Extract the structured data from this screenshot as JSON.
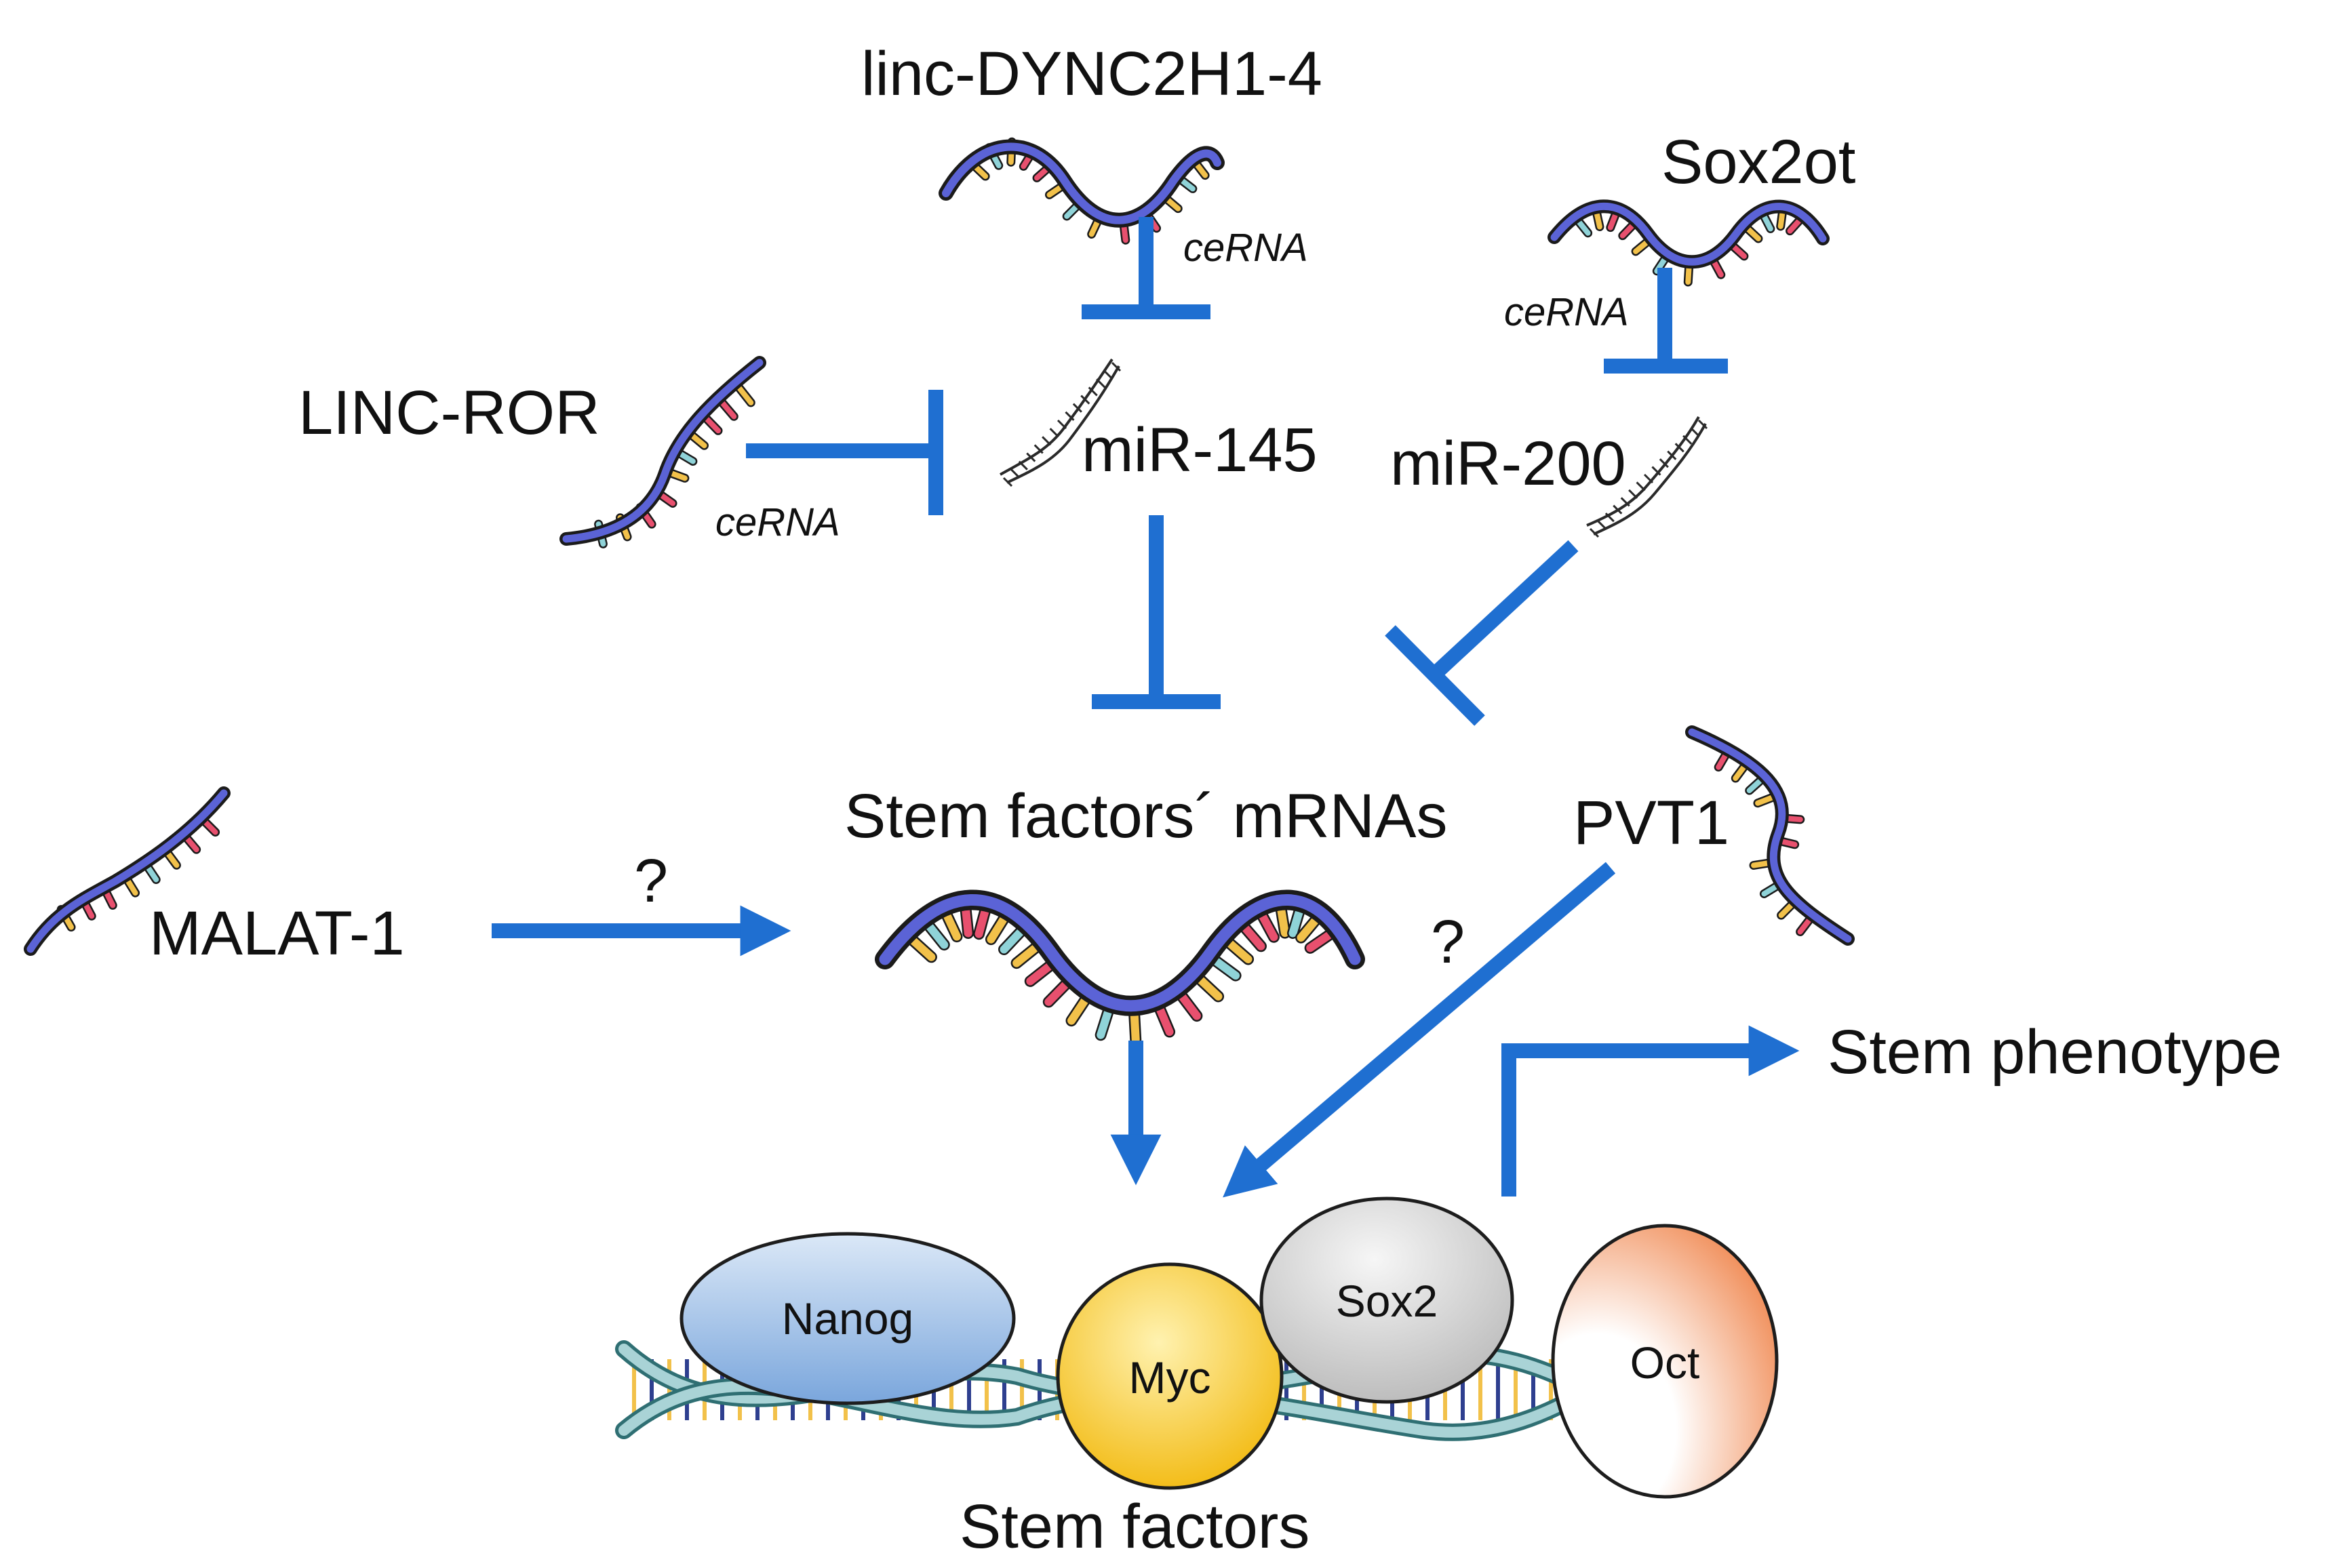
{
  "labels": {
    "linc_dync": "linc-DYNC2H1-4",
    "sox2ot": "Sox2ot",
    "linc_ror": "LINC-ROR",
    "mir145": "miR-145",
    "mir200": "miR-200",
    "cerna_dync": "ceRNA",
    "cerna_sox2ot": "ceRNA",
    "cerna_ror": "ceRNA",
    "stem_mrnas": "Stem factors´ mRNAs",
    "malat1": "MALAT-1",
    "pvt1": "PVT1",
    "question_malat": "?",
    "question_pvt1": "?",
    "stem_phenotype": "Stem phenotype",
    "stem_factors": "Stem factors"
  },
  "proteins": {
    "nanog": "Nanog",
    "myc": "Myc",
    "sox2": "Sox2",
    "oct": "Oct"
  },
  "colors": {
    "arrow_blue": "#1f6fd1",
    "rna_backbone": "#5b63d6",
    "base_pink": "#e8506e",
    "base_yellow": "#f2c14a",
    "base_teal": "#8fd3d8",
    "dna_strand": "#6aa3a8",
    "nanog": "#8fb5e3",
    "myc": "#f5c21b",
    "sox2": "#c8c8c8",
    "oct": "#f08a4f"
  }
}
